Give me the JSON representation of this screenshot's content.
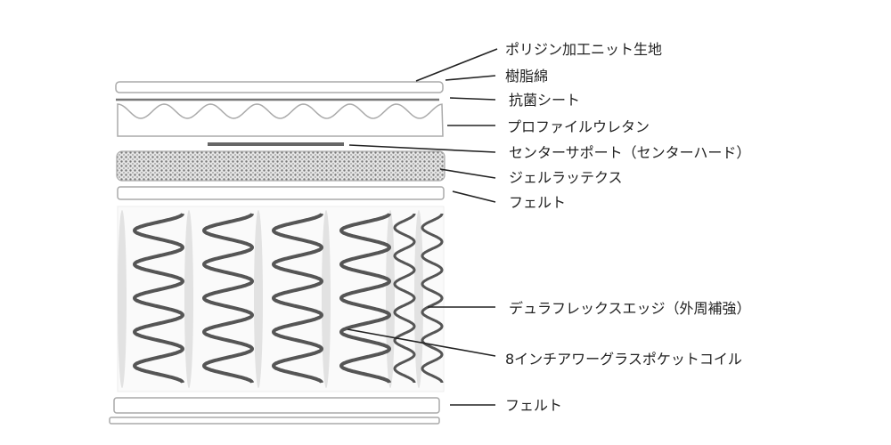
{
  "colors": {
    "red": "#d9262c",
    "purple": "#7a58a8",
    "black": "#222222"
  },
  "labels": [
    {
      "id": "knit-fabric",
      "text": "ポリジン加工ニット生地",
      "color": "red"
    },
    {
      "id": "resin-cotton",
      "text": "樹脂綿",
      "color": "black"
    },
    {
      "id": "antibacterial-sheet",
      "text": "抗菌シート",
      "color": "black"
    },
    {
      "id": "profile-urethane",
      "text": "プロファイルウレタン",
      "color": "black"
    },
    {
      "id": "center-support",
      "text": "センターサポート（センターハード）",
      "color": "red"
    },
    {
      "id": "gel-latex",
      "text": "ジェルラッテクス",
      "color": "purple"
    },
    {
      "id": "felt-top",
      "text": "フェルト",
      "color": "black"
    },
    {
      "id": "duraflex-edge",
      "text": "デュラフレックスエッジ（外周補強）",
      "color": "red"
    },
    {
      "id": "pocket-coil",
      "text": "8インチアワーグラスポケットコイル",
      "color": "red"
    },
    {
      "id": "felt-bottom",
      "text": "フェルト",
      "color": "black"
    }
  ]
}
